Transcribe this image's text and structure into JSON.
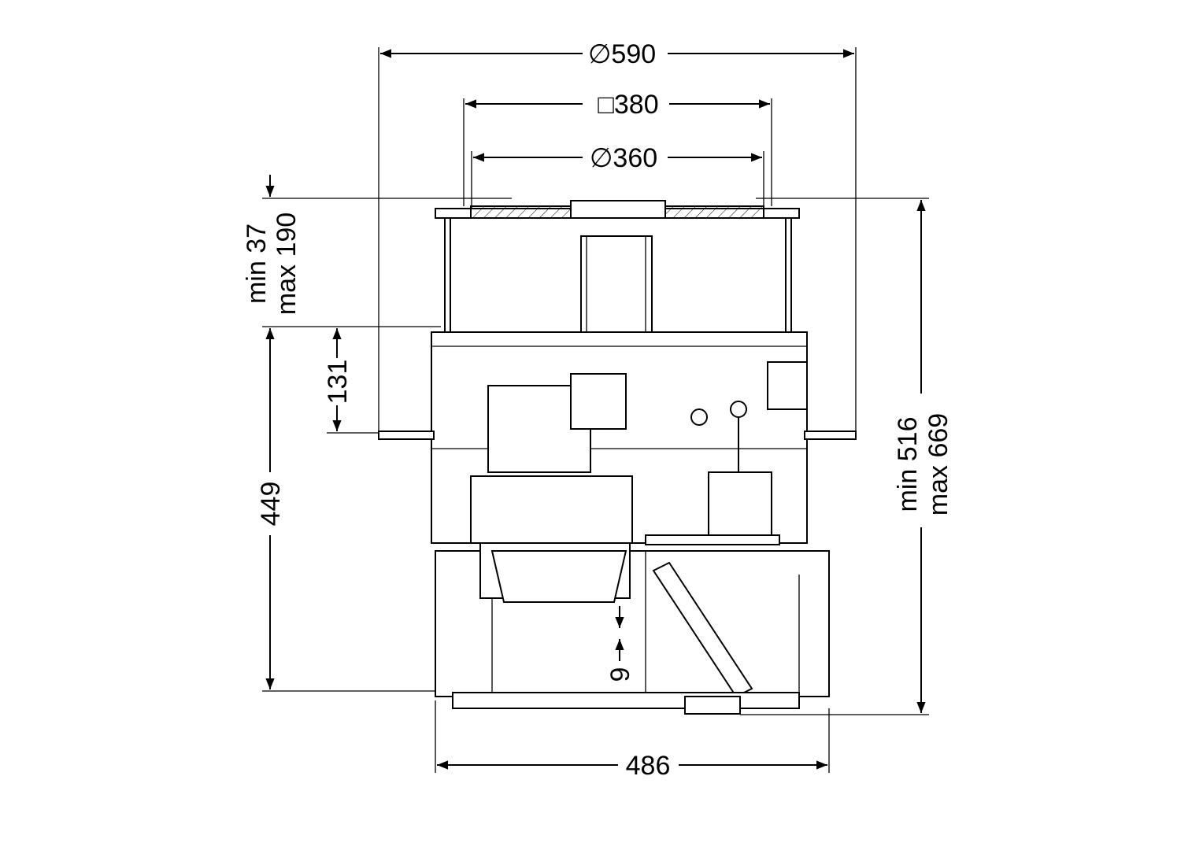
{
  "drawing": {
    "dimensions": {
      "outer_diameter": "∅590",
      "square_frame": "□380",
      "grate_diameter": "∅360",
      "adjust_min": "min 37",
      "adjust_max": "max 190",
      "upper_height": "131",
      "body_height": "449",
      "total_min": "min 516",
      "total_max": "max 669",
      "water_seal": "9",
      "width": "486"
    },
    "colors": {
      "line": "#000000",
      "background": "#ffffff"
    }
  }
}
